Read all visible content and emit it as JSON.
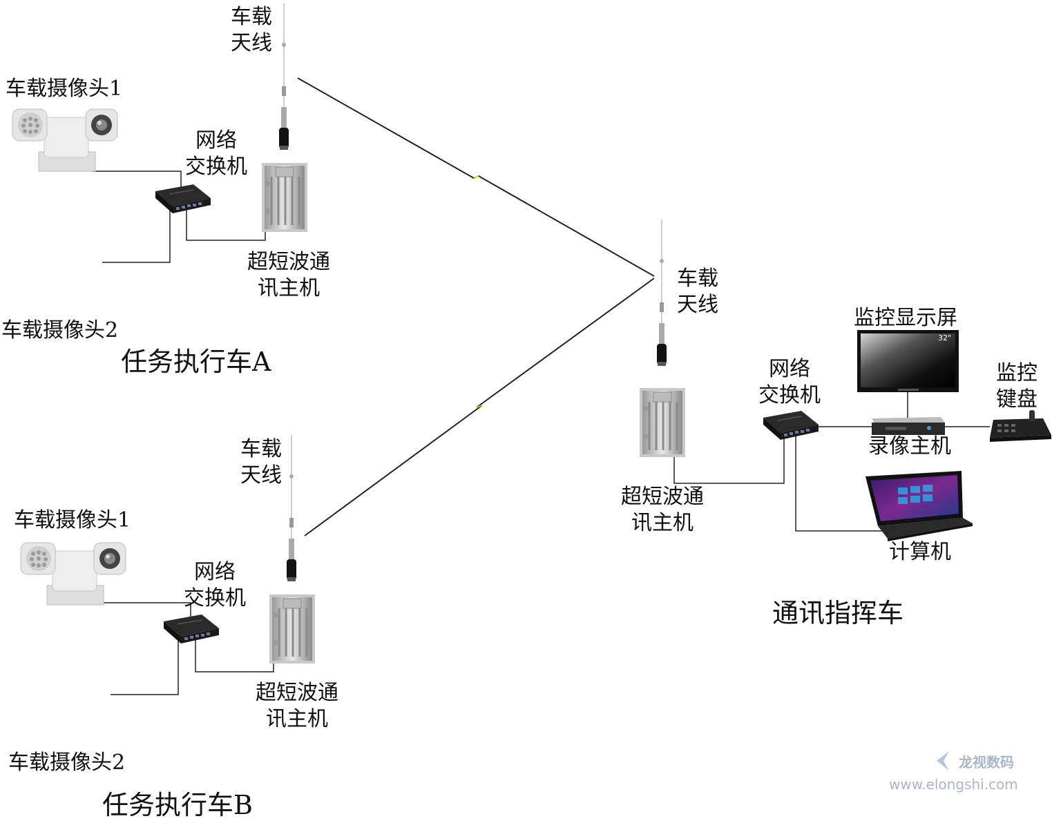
{
  "vehicle_a": {
    "title": "任务执行车A",
    "camera1": "车载摄像头1",
    "camera2": "车载摄像头2",
    "switch": [
      "网络",
      "交换机"
    ],
    "radio": [
      "超短波通",
      "讯主机"
    ],
    "antenna": [
      "车载",
      "天线"
    ]
  },
  "vehicle_b": {
    "title": "任务执行车B",
    "camera1": "车载摄像头1",
    "camera2": "车载摄像头2",
    "switch": [
      "网络",
      "交换机"
    ],
    "radio": [
      "超短波通",
      "讯主机"
    ],
    "antenna": [
      "车载",
      "天线"
    ]
  },
  "command": {
    "title": "通讯指挥车",
    "antenna": [
      "车载",
      "天线"
    ],
    "radio": [
      "超短波通",
      "讯主机"
    ],
    "switch": [
      "网络",
      "交换机"
    ],
    "monitor": "监控显示屏",
    "monitor_size": "32\"",
    "keyboard": [
      "监控",
      "键盘"
    ],
    "nvr": "录像主机",
    "computer": "计算机"
  },
  "watermark": {
    "logo": "龙视数码",
    "url": "www.elongshi.com"
  }
}
